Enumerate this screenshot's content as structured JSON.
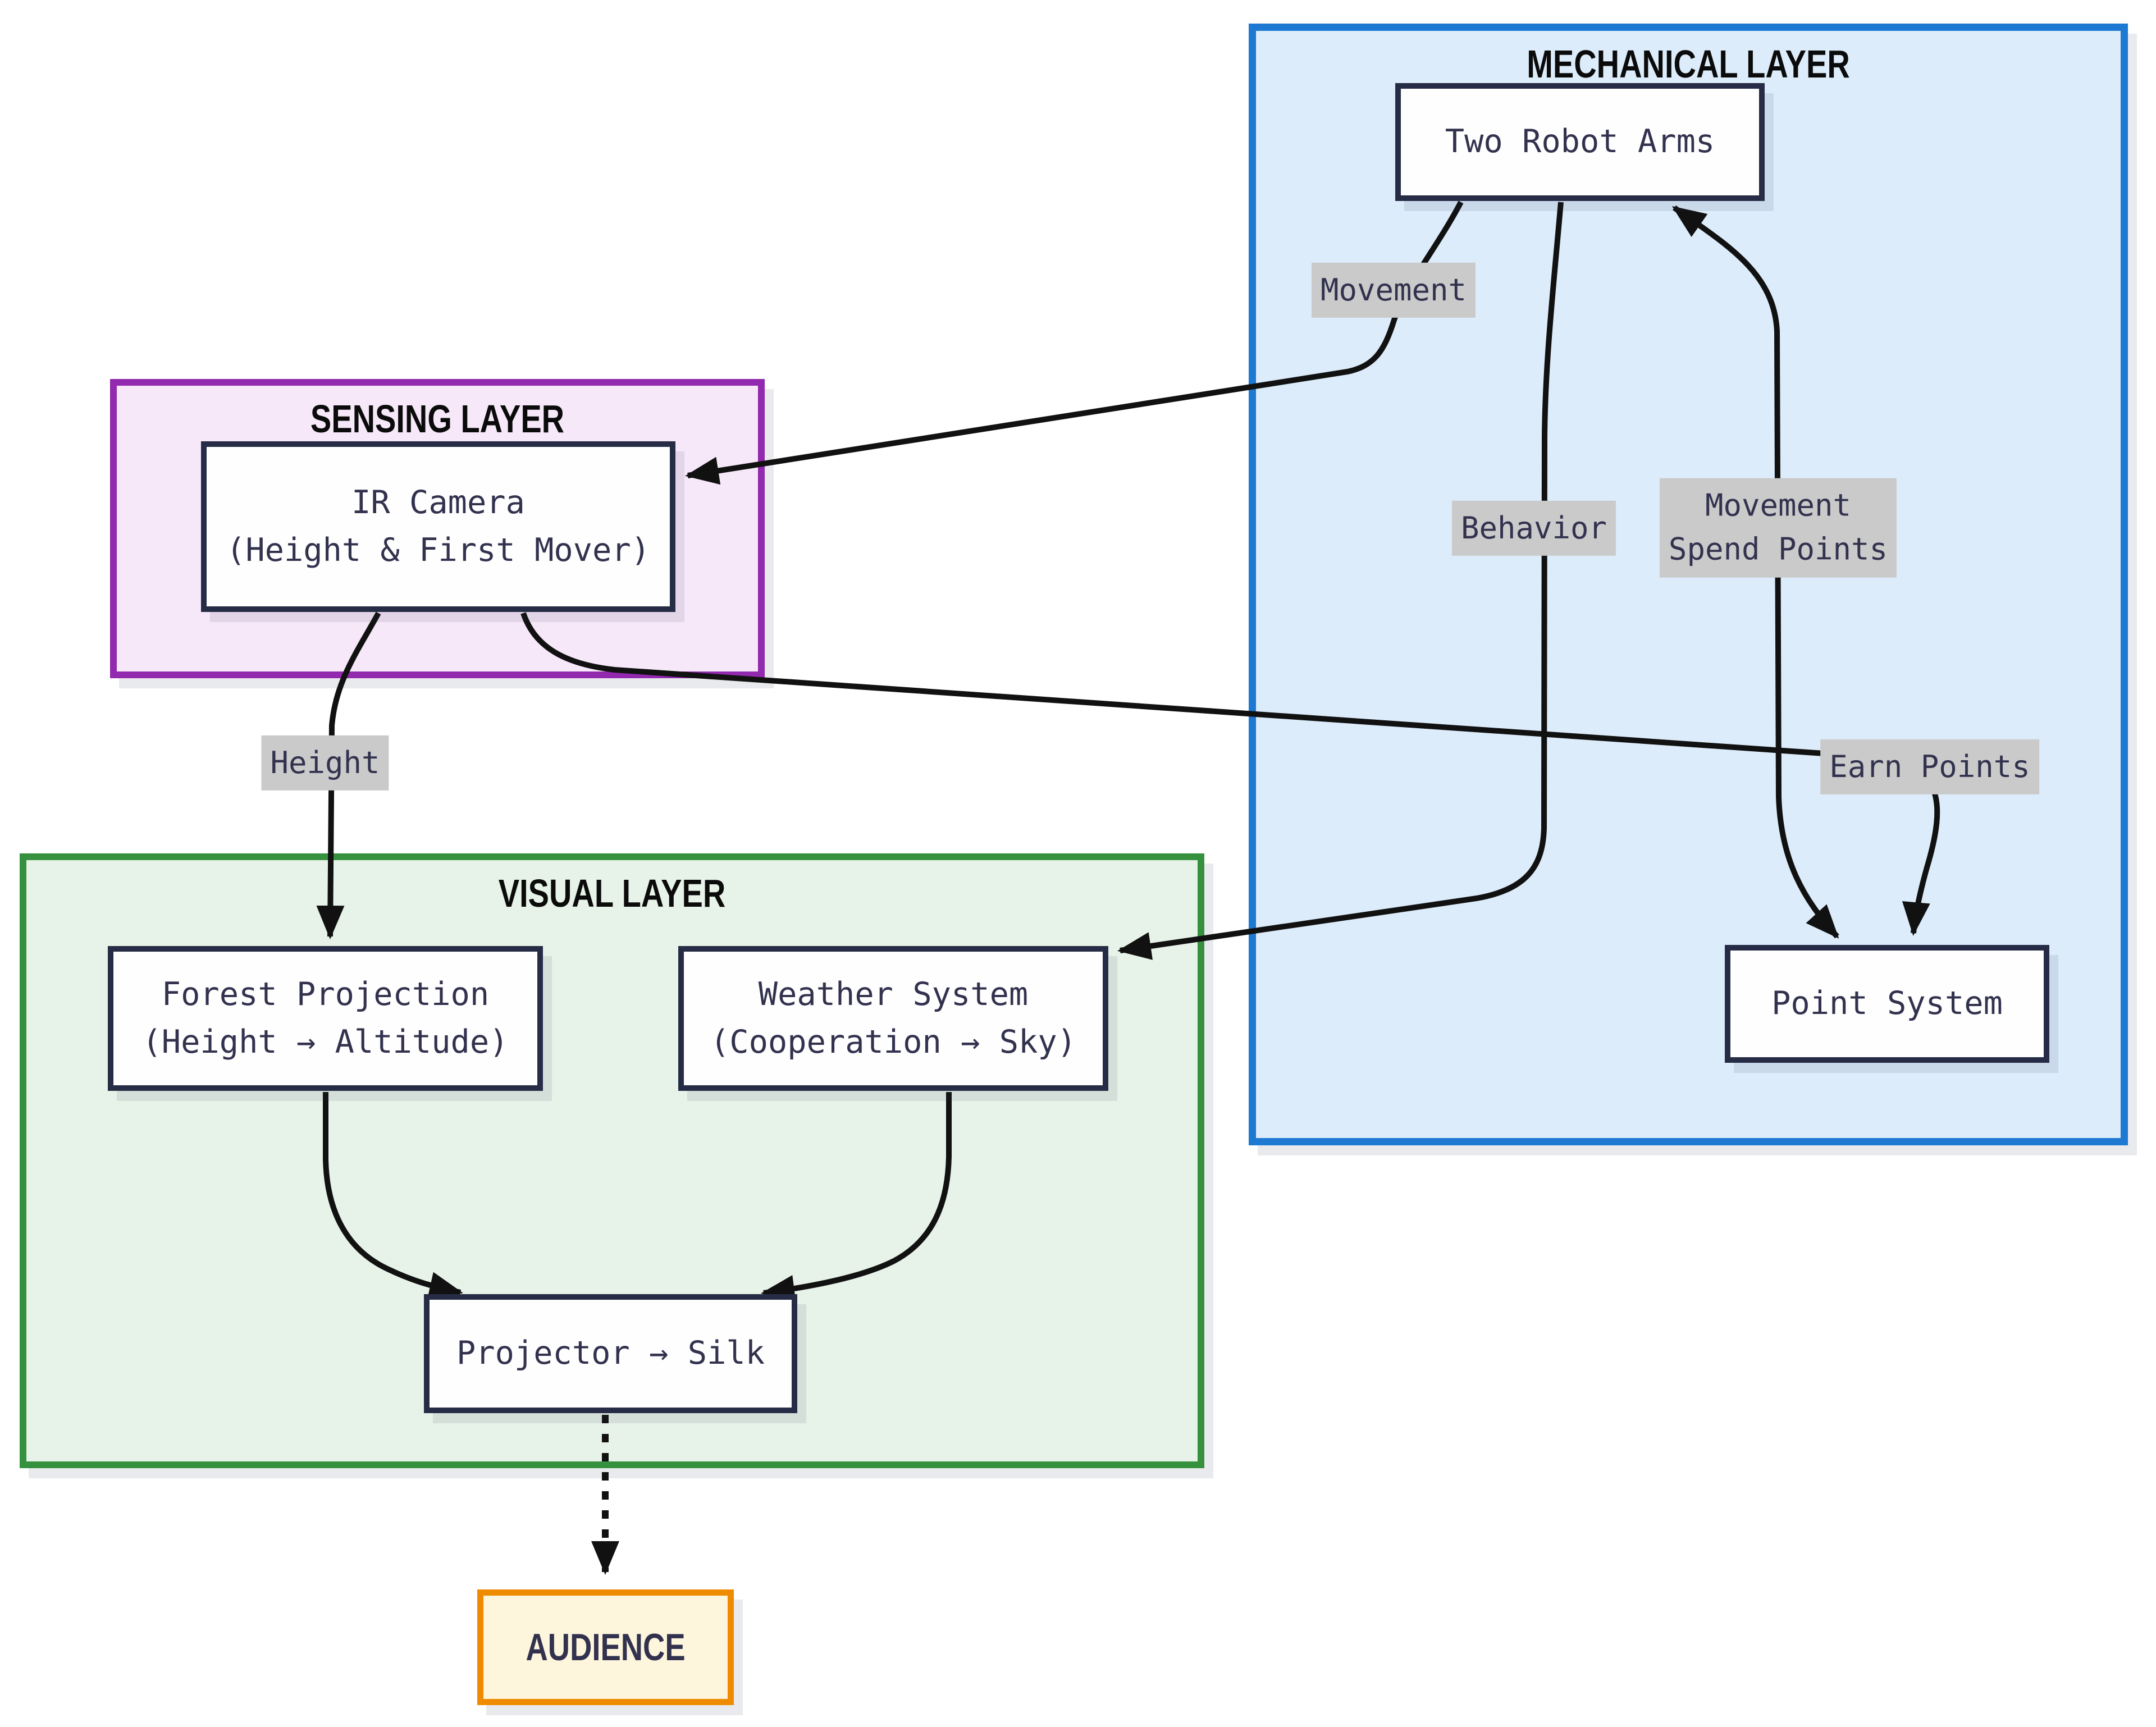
{
  "layers": {
    "mechanical": {
      "title": "MECHANICAL LAYER"
    },
    "sensing": {
      "title": "SENSING LAYER"
    },
    "visual": {
      "title": "VISUAL LAYER"
    }
  },
  "nodes": {
    "robot_arms": {
      "line1": "Two Robot Arms"
    },
    "ir_camera": {
      "line1": "IR Camera",
      "line2": "(Height & First Mover)"
    },
    "forest_projection": {
      "line1": "Forest Projection",
      "line2": "(Height → Altitude)"
    },
    "weather_system": {
      "line1": "Weather System",
      "line2": "(Cooperation → Sky)"
    },
    "projector": {
      "line1": "Projector → Silk"
    },
    "point_system": {
      "line1": "Point System"
    },
    "audience": {
      "line1": "AUDIENCE"
    }
  },
  "edge_labels": {
    "movement": "Movement",
    "behavior": "Behavior",
    "spend_line1": "Movement",
    "spend_line2": "Spend Points",
    "earn_points": "Earn Points",
    "height": "Height"
  },
  "colors": {
    "mechanical_fill": "#dcecfb",
    "mechanical_border": "#1d79d2",
    "sensing_fill": "#f6e8f9",
    "sensing_border": "#9229ae",
    "visual_fill": "#e7f3e8",
    "visual_border": "#36913e",
    "node_fill": "#fefefe",
    "node_border": "#272c46",
    "audience_fill": "#fdf5dc",
    "audience_border": "#ef8b00",
    "label_bg": "#cacaca",
    "text": "#32324f",
    "edge": "#111111"
  }
}
